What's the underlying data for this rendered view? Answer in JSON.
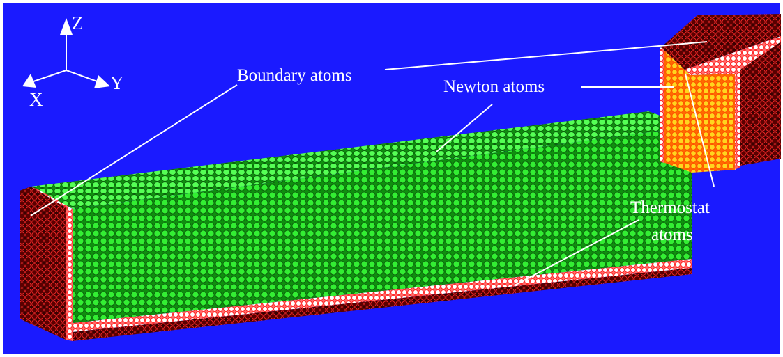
{
  "labels": {
    "boundary": "Boundary atoms",
    "newton": "Newton atoms",
    "thermostat_line1": "Thermostat",
    "thermostat_line2": "atoms"
  },
  "axes": {
    "x": "X",
    "y": "Y",
    "z": "Z"
  },
  "colors": {
    "background": "#1a1aff",
    "frame": "#ffffff",
    "newton_atoms": "#22dd22",
    "newton_atom_outline": "#0a6a0a",
    "boundary_atoms": "#6a0000",
    "boundary_outline": "#ff2a2a",
    "thermostat_atoms": "#ffffff",
    "thermostat_outline": "#ff2020",
    "tool_atoms": "#ffd21e",
    "tool_outline": "#ff5a00",
    "leader_lines": "#ffffff"
  }
}
